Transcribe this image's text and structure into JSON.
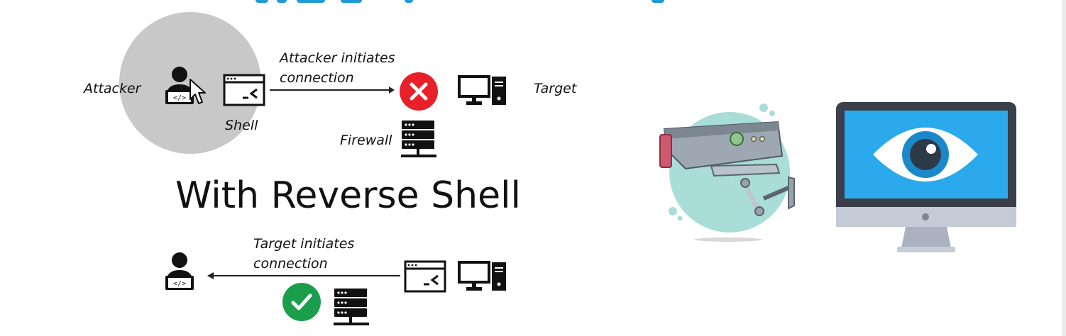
{
  "diagram": {
    "top_title": "",
    "labels": {
      "attacker": "Attacker",
      "shell": "Shell",
      "attacker_initiates": "Attacker initiates\nconnection",
      "target": "Target",
      "firewall": "Firewall",
      "target_initiates": "Target initiates\nconnection"
    },
    "heading": "With Reverse Shell",
    "status": {
      "blocked": "blocked",
      "allowed": "allowed"
    }
  },
  "colors": {
    "title_blue": "#1e9ad6",
    "blocked_red": "#e8202a",
    "allowed_green": "#1b9e4b",
    "camera_teal": "#a9ddd8",
    "screen_blue": "#2aa9ec",
    "monitor_frame": "#3a3f4a"
  }
}
